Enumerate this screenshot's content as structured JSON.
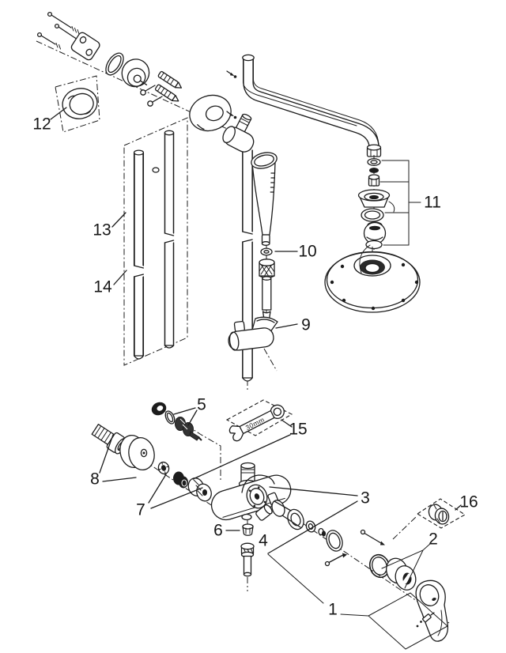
{
  "diagram": {
    "background": "#ffffff",
    "line_color": "#1c1c1c",
    "wrench_size_label": "30mm",
    "callouts": {
      "c1": "1",
      "c2": "2",
      "c3": "3",
      "c4": "4",
      "c5": "5",
      "c6": "6",
      "c7": "7",
      "c8": "8",
      "c9": "9",
      "c10": "10",
      "c11": "11",
      "c12": "12",
      "c13": "13",
      "c14": "14",
      "c15": "15",
      "c16": "16"
    }
  }
}
